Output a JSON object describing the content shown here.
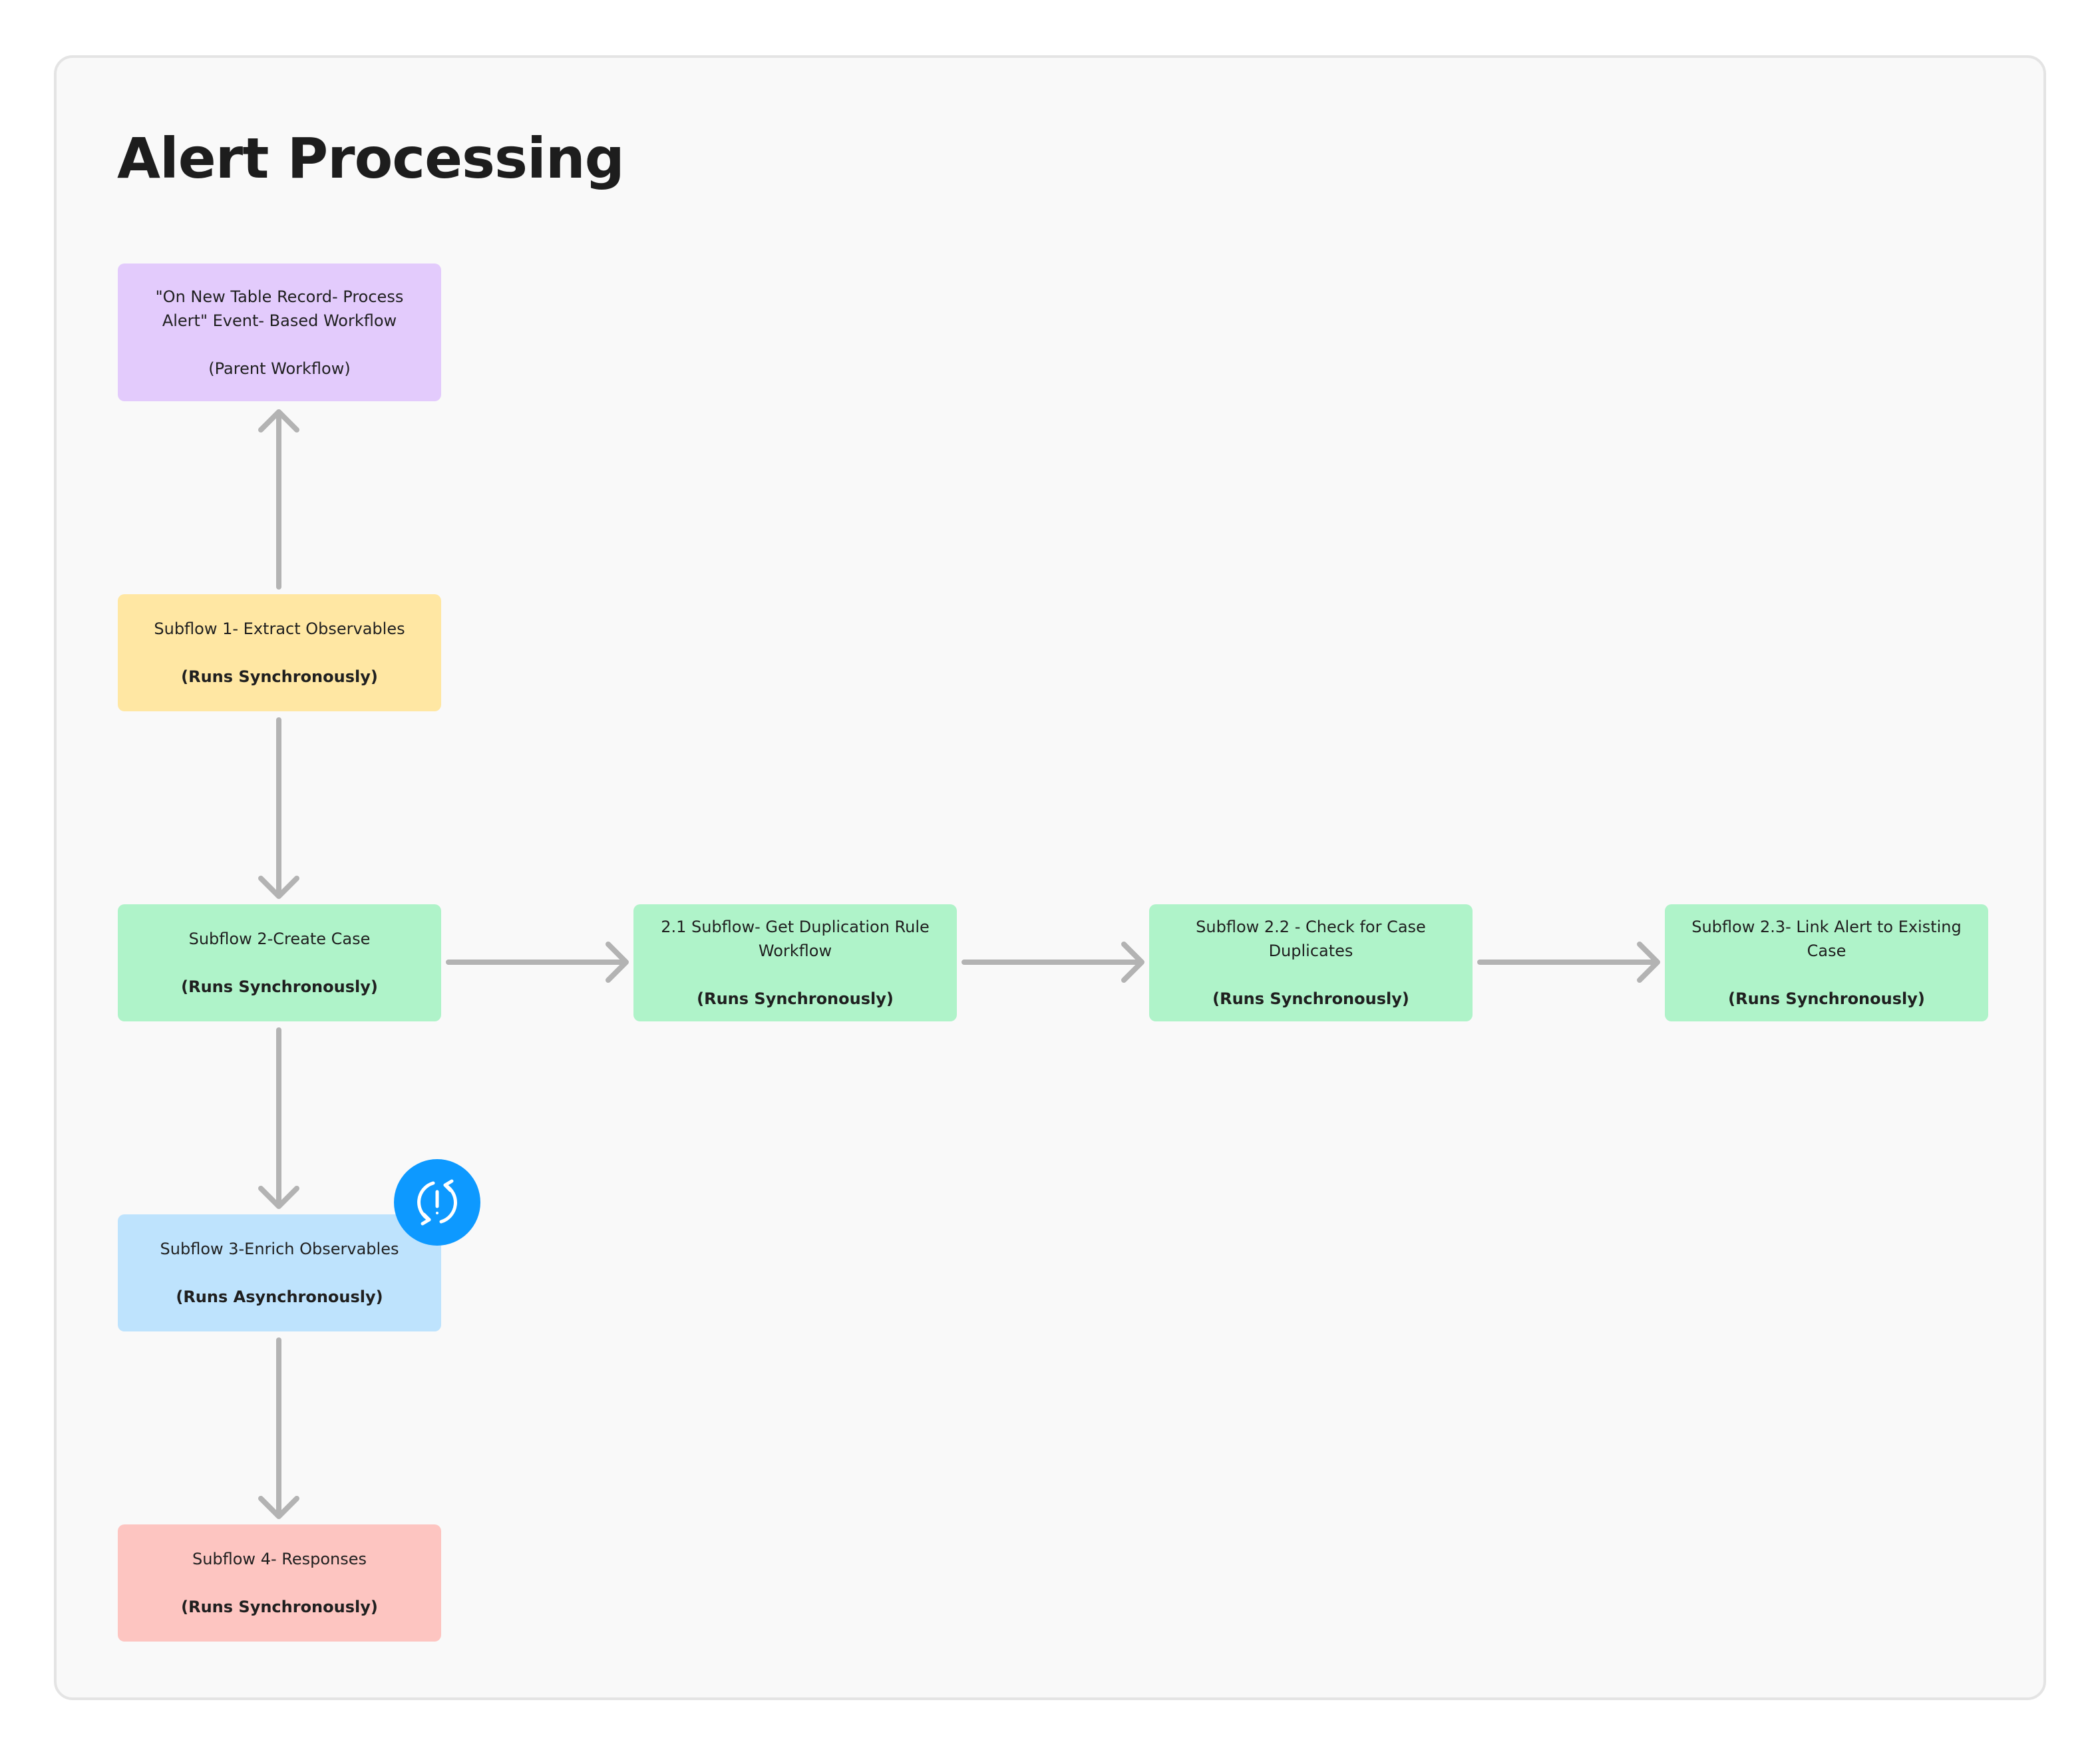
{
  "title": "Alert Processing",
  "nodes": {
    "parent": {
      "line1": "\"On New Table Record- Process Alert\" Event- Based Workflow",
      "line2": "(Parent Workflow)",
      "color": "#e3cbfc"
    },
    "subflow1": {
      "label": "Subflow 1- Extract Observables",
      "mode": "(Runs Synchronously)",
      "color": "#ffe7a3"
    },
    "subflow2": {
      "label": "Subflow 2-Create Case",
      "mode": "(Runs Synchronously)",
      "color": "#aff3c9"
    },
    "subflow2_1": {
      "label": "2.1 Subflow- Get Duplication Rule Workflow",
      "mode": "(Runs Synchronously)",
      "color": "#aff3c9"
    },
    "subflow2_2": {
      "label": "Subflow 2.2 - Check for Case Duplicates",
      "mode": "(Runs Synchronously)",
      "color": "#aff3c9"
    },
    "subflow2_3": {
      "label": "Subflow 2.3- Link Alert to Existing Case",
      "mode": "(Runs Synchronously)",
      "color": "#aff3c9"
    },
    "subflow3": {
      "label": "Subflow 3-Enrich Observables",
      "mode": "(Runs Asynchronously)",
      "color": "#bee3fd",
      "badge_icon": "async-alert-icon",
      "badge_color": "#0d99ff"
    },
    "subflow4": {
      "label": "Subflow 4- Responses",
      "mode": "(Runs Synchronously)",
      "color": "#fdc5c1"
    }
  },
  "connectors": [
    {
      "from": "subflow1",
      "to": "parent"
    },
    {
      "from": "subflow1",
      "to": "subflow2"
    },
    {
      "from": "subflow2",
      "to": "subflow2_1"
    },
    {
      "from": "subflow2_1",
      "to": "subflow2_2"
    },
    {
      "from": "subflow2_2",
      "to": "subflow2_3"
    },
    {
      "from": "subflow2",
      "to": "subflow3"
    },
    {
      "from": "subflow3",
      "to": "subflow4"
    }
  ],
  "connector_color": "#b3b3b3"
}
